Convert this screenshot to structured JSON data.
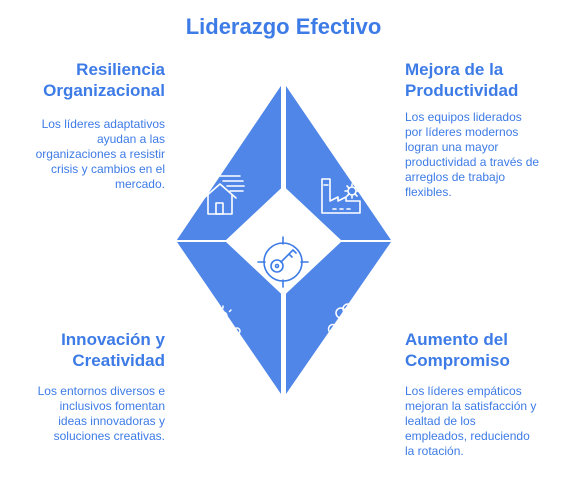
{
  "title": "Liderazgo Efectivo",
  "colors": {
    "accent": "#3d7be6",
    "quadrant": "#4f86e8",
    "center": "#ffffff",
    "icon_on_blue": "#ffffff",
    "icon_center": "#3d7be6"
  },
  "sections": [
    {
      "id": "resiliencia",
      "heading_lines": [
        "Resiliencia",
        "Organizacional"
      ],
      "description_lines": [
        "Los líderes adaptativos",
        "ayudan a las",
        "organizaciones a resistir",
        "crisis y cambios en el",
        "mercado."
      ],
      "icon": "house-wind-icon"
    },
    {
      "id": "productividad",
      "heading_lines": [
        "Mejora de la",
        "Productividad"
      ],
      "description_lines": [
        "Los equipos liderados",
        "por líderes modernos",
        "logran una mayor",
        "productividad a través de",
        "arreglos de trabajo",
        "flexibles."
      ],
      "icon": "factory-gear-icon"
    },
    {
      "id": "innovacion",
      "heading_lines": [
        "Innovación y",
        "Creatividad"
      ],
      "description_lines": [
        "Los entornos diversos e",
        "inclusivos fomentan",
        "ideas innovadoras y",
        "soluciones creativas."
      ],
      "icon": "lightbulb-team-icon"
    },
    {
      "id": "compromiso",
      "heading_lines": [
        "Aumento del",
        "Compromiso"
      ],
      "description_lines": [
        "Los líderes empáticos",
        "mejoran la satisfacción y",
        "lealtad de los",
        "empleados, reduciendo",
        "la rotación."
      ],
      "icon": "people-chat-icon"
    }
  ],
  "center_icon": "key-target-icon"
}
